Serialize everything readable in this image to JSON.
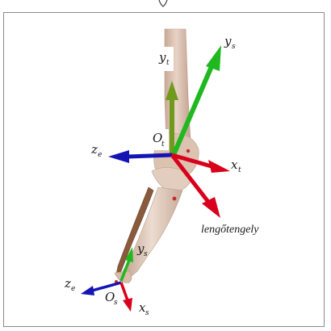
{
  "colors": {
    "x_axis": "#d9001b",
    "y_axis_thigh": "#6f9a1e",
    "y_axis_shank": "#1fb81f",
    "z_axis": "#1414b4",
    "bone": "#dcc2b1",
    "bone_shadow": "#b99d8b",
    "fibula": "#8a5a3c",
    "marker": "#c22a2a"
  },
  "thigh_frame": {
    "y_label": "y",
    "y_sub": "t",
    "origin_label": "O",
    "origin_sub": "t",
    "x_label": "x",
    "x_sub": "t",
    "z_label": "z",
    "z_sub": "e"
  },
  "shank_frame": {
    "y_label": "y",
    "y_sub": "s",
    "origin_label": "O",
    "origin_sub": "s",
    "x_label": "x",
    "x_sub": "s",
    "z_label": "z",
    "z_sub": "e"
  },
  "upper_y_s": {
    "label": "y",
    "sub": "s"
  },
  "swing_axis_label": "lengőtengely",
  "icons": [
    "top-truncated-text"
  ]
}
